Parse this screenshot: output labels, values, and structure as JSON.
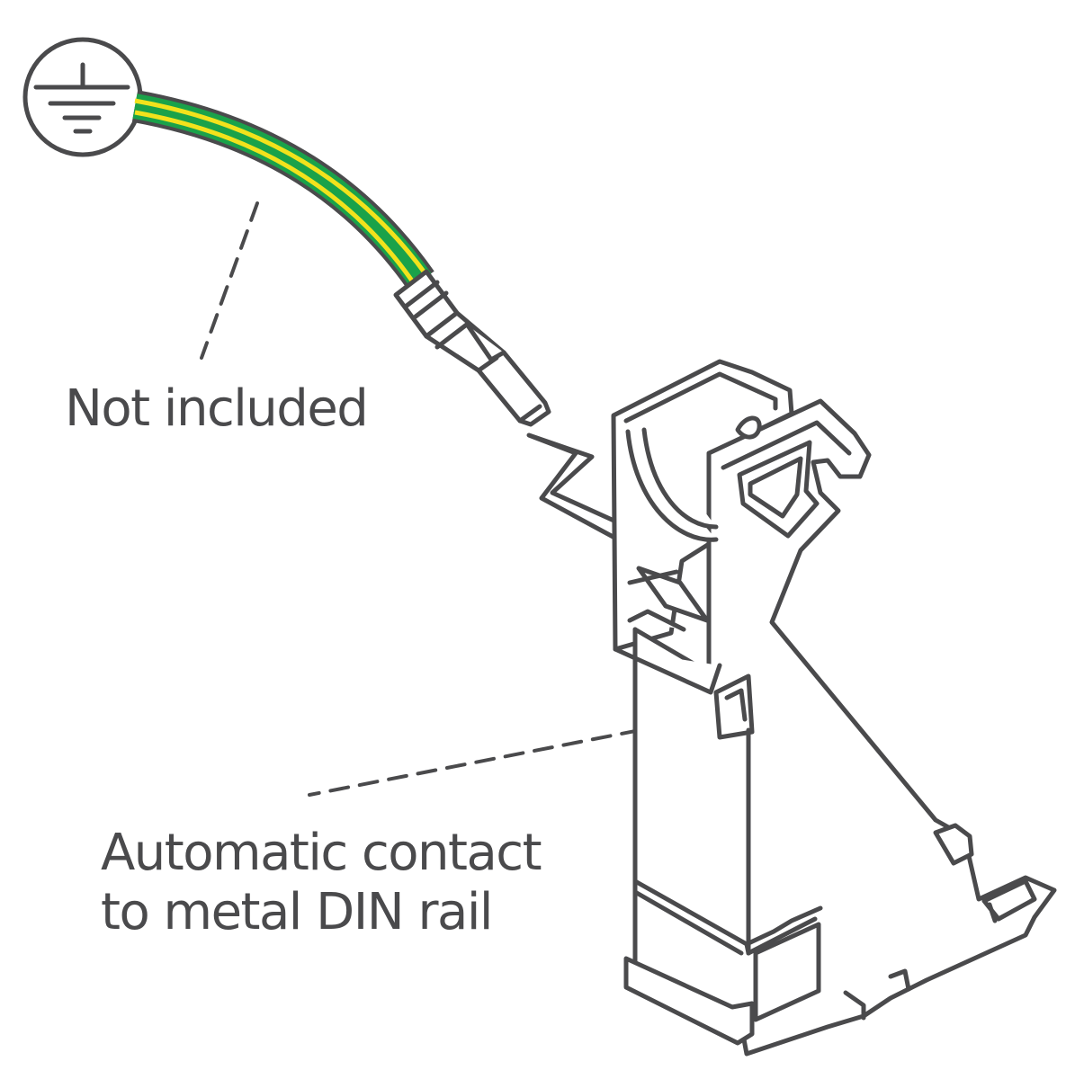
{
  "labels": {
    "not_included": "Not included",
    "automatic_contact": {
      "line1": "Automatic contact",
      "line2": "to metal DIN rail"
    }
  },
  "icons": {
    "ground": "protective-earth-icon",
    "arrow": "insertion-arrow-icon"
  },
  "colors": {
    "outline": "#4a4a4c",
    "wire_green": "#1aa24a",
    "wire_yellow": "#f2e21c",
    "background": "#ffffff"
  }
}
